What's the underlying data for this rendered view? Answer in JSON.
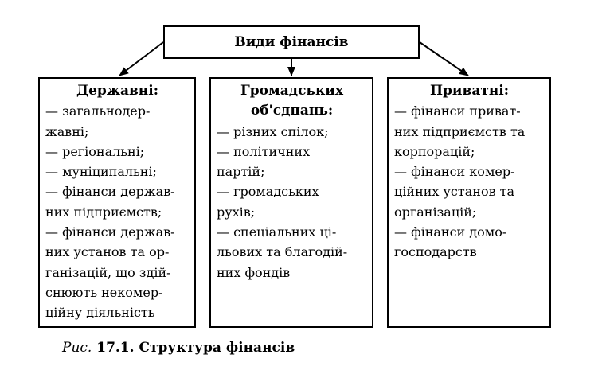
{
  "root": {
    "label": "Види фінансів"
  },
  "categories": [
    {
      "id": "state",
      "title_lines": [
        "Державні:"
      ],
      "lines": [
        "— загальнодер-",
        "жавні;",
        "— регіональні;",
        "— муніципальні;",
        "— фінанси держав-",
        "них підприємств;",
        "— фінанси держав-",
        "них установ та ор-",
        "ганізацій, що здій-",
        "снюють некомер-",
        "ційну діяльність"
      ]
    },
    {
      "id": "public",
      "title_lines": [
        "Громадських",
        "об'єднань:"
      ],
      "lines": [
        "— різних спілок;",
        "— політичних",
        "партій;",
        "— громадських",
        "рухів;",
        "— спеціальних ці-",
        "льових та благодій-",
        "них фондів"
      ]
    },
    {
      "id": "private",
      "title_lines": [
        "Приватні:"
      ],
      "lines": [
        "— фінанси приват-",
        "них підприємств та",
        "корпорацій;",
        "— фінанси комер-",
        "ційних установ та",
        "організацій;",
        "— фінанси домо-",
        "господарств"
      ]
    }
  ],
  "caption": {
    "prefix": "Рис.",
    "text": "17.1. Структура фінансів"
  }
}
